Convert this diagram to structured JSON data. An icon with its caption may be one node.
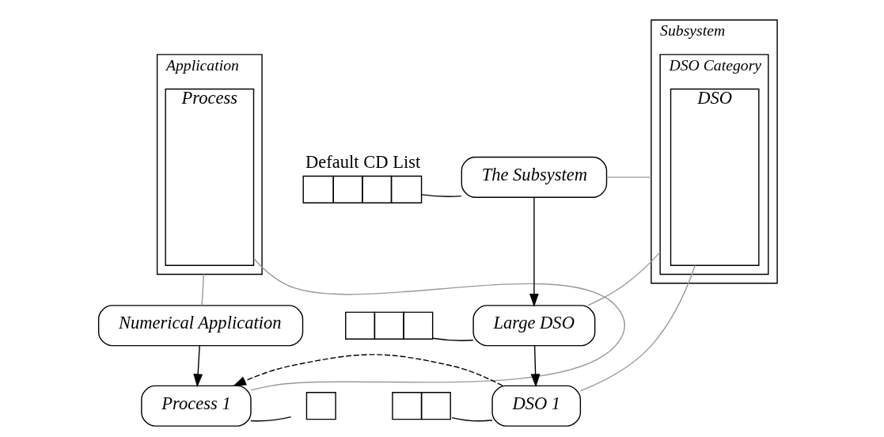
{
  "diagram": {
    "nodes": [
      {
        "text": [
          "Application"
        ]
      },
      {
        "text": [
          "Process"
        ],
        "in": 0
      },
      {
        "text": [
          "Numerical Application"
        ]
      },
      {
        "text": [
          "Process 1"
        ]
      },
      {
        "text": [],
        "shape": "box"
      },
      {
        "text": [
          "Default CD List"
        ]
      },
      {
        "text": [
          "The Subsystem"
        ]
      },
      {
        "text": [],
        "shape": "box"
      },
      {
        "text": [
          "Large DSO"
        ]
      },
      {
        "text": [],
        "shape": "box"
      },
      {
        "text": [
          "DSO 1"
        ]
      },
      {
        "text": [
          "Subsystem"
        ]
      },
      {
        "text": [
          "DSO Category"
        ],
        "in": 11
      },
      {
        "text": [
          "DSO"
        ],
        "in": 12
      }
    ],
    "edges": [
      {
        "from": 0,
        "to": 2,
        "arrow": "none",
        "color": "#999999"
      },
      {
        "from": 1,
        "to": 3,
        "arrow": "none",
        "color": "#999999"
      },
      {
        "from": 2,
        "to": 3,
        "arrow": "to"
      },
      {
        "from": 3,
        "to": 4,
        "arrow": "none"
      },
      {
        "from": 5,
        "to": 6,
        "arrow": "none"
      },
      {
        "from": 6,
        "to": 11,
        "arrow": "none",
        "color": "#999999"
      },
      {
        "from": 6,
        "to": 8,
        "arrow": "to"
      },
      {
        "from": 7,
        "to": 8,
        "arrow": "none"
      },
      {
        "from": 8,
        "to": 12,
        "arrow": "none",
        "color": "#999999"
      },
      {
        "from": 8,
        "to": 10,
        "arrow": "to"
      },
      {
        "from": 9,
        "to": 10,
        "arrow": "none"
      },
      {
        "from": 10,
        "to": 13,
        "arrow": "none",
        "color": "#999999"
      },
      {
        "from": 10,
        "to": 3,
        "arrow": "to",
        "style": "dashed"
      }
    ]
  }
}
